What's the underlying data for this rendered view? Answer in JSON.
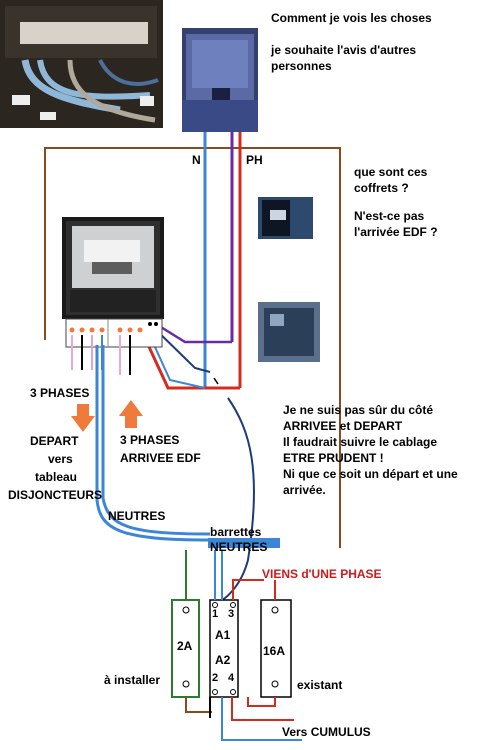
{
  "header": {
    "line1": "Comment je vois les choses",
    "line2": "je souhaite l'avis d'autres",
    "line3": "personnes"
  },
  "question": {
    "line1": "que sont ces",
    "line2": "coffrets ?",
    "line3": "N'est-ce pas",
    "line4": "l'arrivée EDF ?"
  },
  "wire_labels": {
    "neutral": "N",
    "phase": "PH"
  },
  "meter": {
    "three_phases_left": "3 PHASES",
    "depart_line1": "DEPART",
    "depart_line2": "vers",
    "depart_line3": "tableau",
    "depart_line4": "DISJONCTEURS",
    "arrivee_line1": "3 PHASES",
    "arrivee_line2": "ARRIVEE EDF"
  },
  "note": {
    "line1": "Je ne suis pas sûr du côté",
    "line2": "ARRIVEE et DEPART",
    "line3": "Il faudrait suivre le cablage",
    "line4": "ETRE PRUDENT !",
    "line5": "Ni que ce soit un départ et une",
    "line6": "arrivée."
  },
  "neutral_bus": {
    "neutres_left": "NEUTRES",
    "barrettes": "barrettes",
    "neutres_bar": "NEUTRES"
  },
  "breakers": {
    "phase_source": "VIENS d'UNE PHASE",
    "b2a_label": "2A",
    "b2a_caption": "à installer",
    "contactor_top_left": "1",
    "contactor_top_right": "3",
    "contactor_a1": "A1",
    "contactor_a2": "A2",
    "contactor_bottom_left": "2",
    "contactor_bottom_right": "4",
    "b16a_label": "16A",
    "b16a_caption": "existant",
    "cumulus": "Vers CUMULUS"
  },
  "colors": {
    "brown": "#8b4a1e",
    "blue": "#3b86d6",
    "red": "#d42b1e",
    "purple": "#6a2aa8",
    "navy": "#1e3a78",
    "green": "#2f7a2f",
    "orange": "#f07a3c"
  }
}
